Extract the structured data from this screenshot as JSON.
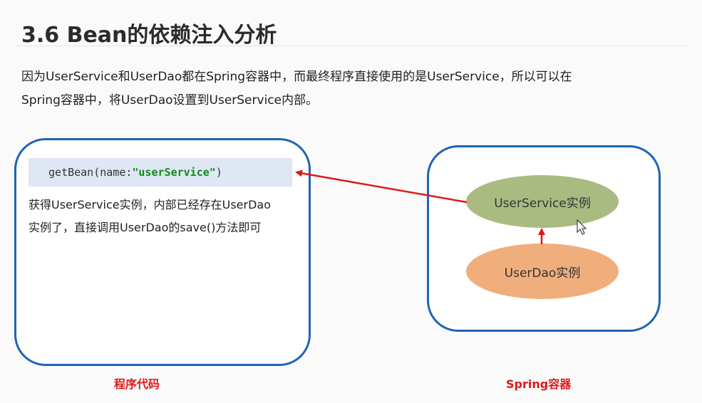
{
  "title": "3.6 Bean的依赖注入分析",
  "description": {
    "line1": "因为UserService和UserDao都在Spring容器中，而最终程序直接使用的是UserService，所以可以在",
    "line2": "Spring容器中，将UserDao设置到UserService内部。"
  },
  "code_panel": {
    "code_prefix": "getBean(name:",
    "code_string": "\"userService\"",
    "code_suffix": ")",
    "text_line1": "获得UserService实例，内部已经存在UserDao",
    "text_line2": "实例了，直接调用UserDao的save()方法即可",
    "caption": "程序代码"
  },
  "container_panel": {
    "userservice_label": "UserService实例",
    "userdao_label": "UserDao实例",
    "caption": "Spring容器"
  },
  "colors": {
    "border": "#1f64b4",
    "arrow": "#e01818",
    "userservice_fill": "#aabb81",
    "userdao_fill": "#f0ae7c",
    "code_bg": "#dfe6f4"
  }
}
